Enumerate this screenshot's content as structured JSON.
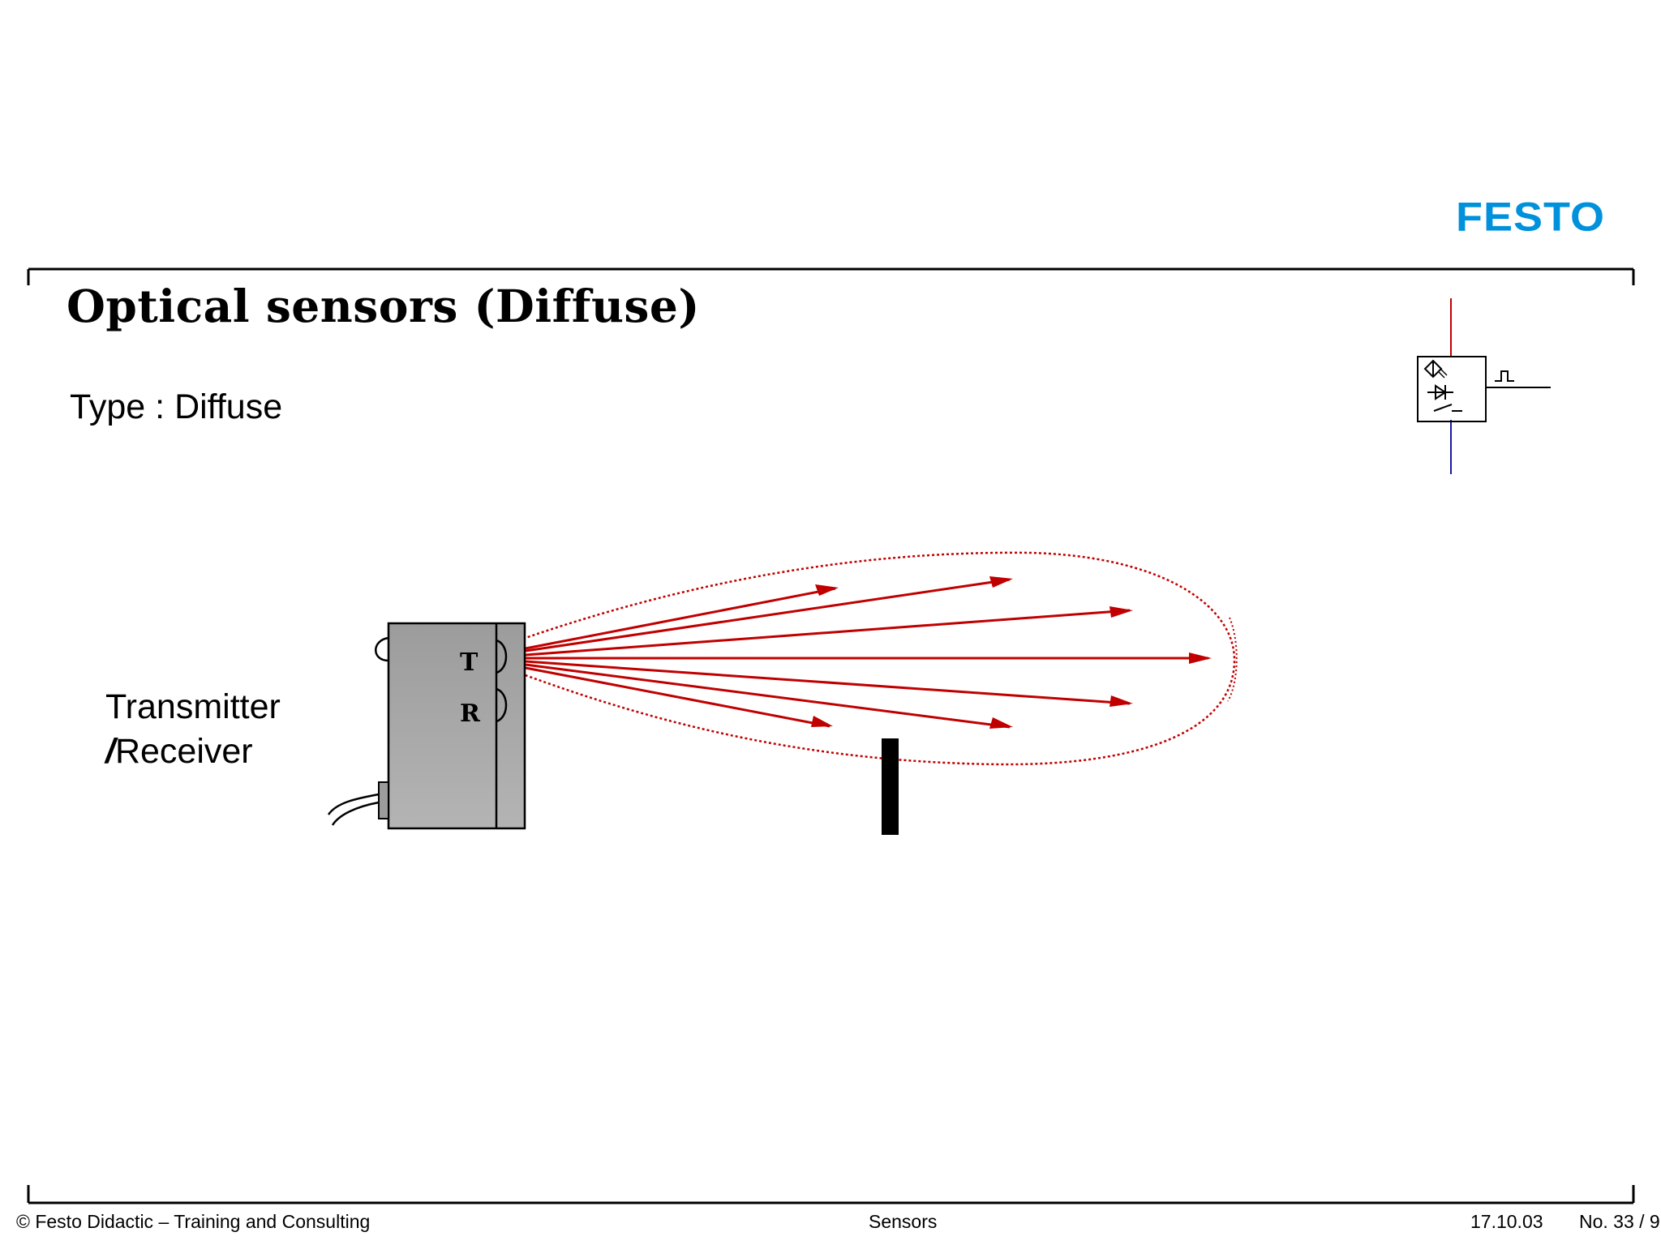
{
  "header": {
    "logo_text": "FESTO",
    "logo_color": "#0091dc"
  },
  "slide": {
    "title": "Optical sensors (Diffuse)",
    "subtitle": "Type : Diffuse",
    "device_label_line1": "Transmitter",
    "device_label_slash": "/",
    "device_label_line2": "Receiver",
    "transmitter_letter": "T",
    "receiver_letter": "R",
    "beam_color": "#c00000"
  },
  "footer": {
    "copyright": "© Festo Didactic – Training and Consulting",
    "topic": "Sensors",
    "date": "17.10.03",
    "page": "No. 33 / 9"
  },
  "symbol": {
    "supply_color": "#c00000",
    "ground_color": "#1a1aa0",
    "box_color": "#000000"
  }
}
